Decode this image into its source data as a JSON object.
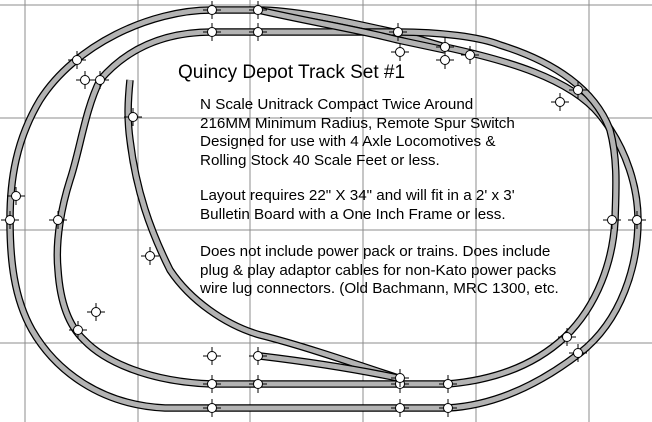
{
  "title": "Quincy Depot Track Set #1",
  "description": {
    "paragraph1": [
      "N Scale Unitrack Compact Twice Around",
      "216MM Minimum Radius, Remote Spur Switch",
      "Designed for use with 4 Axle Locomotives &",
      "Rolling Stock 40 Scale Feet or less."
    ],
    "paragraph2": [
      "Layout requires 22\" X 34\" and will fit in a 2' x 3'",
      "Bulletin Board with a One Inch Frame or less."
    ],
    "paragraph3": [
      "Does not include power pack or trains.  Does include",
      "plug & play adaptor cables for non-Kato power packs",
      "wire lug connectors. (Old Bachmann, MRC 1300, etc."
    ]
  },
  "colors": {
    "rail_fill": "#b3b3b3",
    "rail_outline": "#000000",
    "grid": "#8c8c8c",
    "joint_fill": "#ffffff",
    "background": "#ffffff"
  }
}
